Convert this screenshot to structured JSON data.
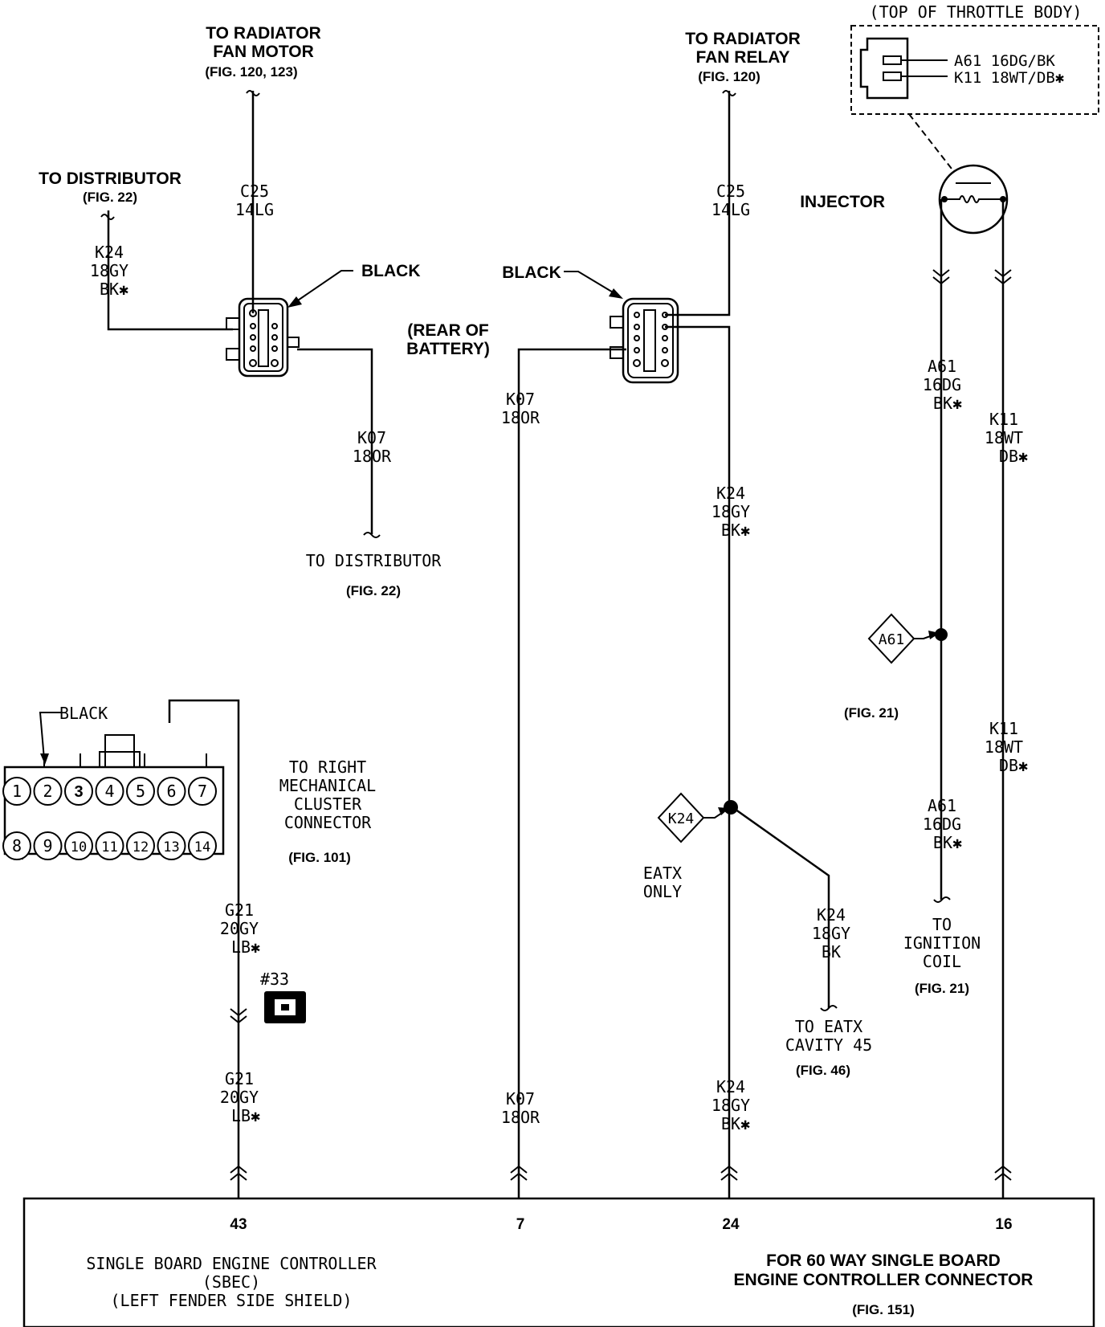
{
  "labels": {
    "to_radiator_fan_motor": [
      "TO RADIATOR",
      "FAN MOTOR",
      "(FIG. 120, 123)"
    ],
    "to_radiator_fan_relay": [
      "TO RADIATOR",
      "FAN RELAY",
      "(FIG. 120)"
    ],
    "top_of_throttle_body": "(TOP OF THROTTLE BODY)",
    "throttle_connector_pins": [
      "A61  16DG/BK",
      "K11  18WT/DB✱"
    ],
    "injector": "INJECTOR",
    "to_distributor_left": [
      "TO DISTRIBUTOR",
      "(FIG. 22)"
    ],
    "black_left": "BLACK",
    "black_center": "BLACK",
    "rear_of_battery": [
      "(REAR OF",
      "BATTERY)"
    ],
    "to_distributor_bottom": [
      "TO DISTRIBUTOR",
      "(FIG. 22)"
    ],
    "black_cluster": "BLACK",
    "to_right_cluster": [
      "TO RIGHT",
      "MECHANICAL",
      "CLUSTER",
      "CONNECTOR",
      "(FIG. 101)"
    ],
    "splice_a61": "A61",
    "splice_a61_fig": "(FIG. 21)",
    "splice_k24": "K24",
    "eatx_only": [
      "EATX",
      "ONLY"
    ],
    "to_eatx": [
      "TO EATX",
      "CAVITY 45",
      "(FIG. 46)"
    ],
    "to_ignition_coil": [
      "TO",
      "IGNITION",
      "COIL",
      "(FIG. 21)"
    ],
    "ground_33": "#33",
    "sbec_title": [
      "SINGLE BOARD ENGINE CONTROLLER",
      "(SBEC)",
      "(LEFT FENDER SIDE SHIELD)"
    ],
    "for_60_way": [
      "FOR 60 WAY SINGLE BOARD",
      "ENGINE CONTROLLER CONNECTOR",
      "(FIG. 151)"
    ]
  },
  "wire_codes": {
    "c25_left": [
      "C25",
      "14LG"
    ],
    "c25_right": [
      "C25",
      "14LG"
    ],
    "k24_left": [
      "K24",
      "18GY",
      "BK✱"
    ],
    "k07_left": [
      "K07",
      "18OR"
    ],
    "k07_center": [
      "K07",
      "18OR"
    ],
    "k24_center": [
      "K24",
      "18GY",
      "BK✱"
    ],
    "a61_upper": [
      "A61",
      "16DG",
      "BK✱"
    ],
    "k11_upper": [
      "K11",
      "18WT",
      "DB✱"
    ],
    "k11_lower": [
      "K11",
      "18WT",
      "DB✱"
    ],
    "a61_lower": [
      "A61",
      "16DG",
      "BK✱"
    ],
    "g21_upper": [
      "G21",
      "20GY",
      "LB✱"
    ],
    "g21_lower": [
      "G21",
      "20GY",
      "LB✱"
    ],
    "k07_bottom": [
      "K07",
      "18OR"
    ],
    "k24_bottom": [
      "K24",
      "18GY",
      "BK✱"
    ],
    "k24_branch": [
      "K24",
      "18GY",
      "BK"
    ]
  },
  "cluster_pins": {
    "top": [
      "1",
      "2",
      "3",
      "4",
      "5",
      "6",
      "7"
    ],
    "bottom": [
      "8",
      "9",
      "10",
      "11",
      "12",
      "13",
      "14"
    ]
  },
  "sbec_pins": [
    "43",
    "7",
    "24",
    "16"
  ]
}
